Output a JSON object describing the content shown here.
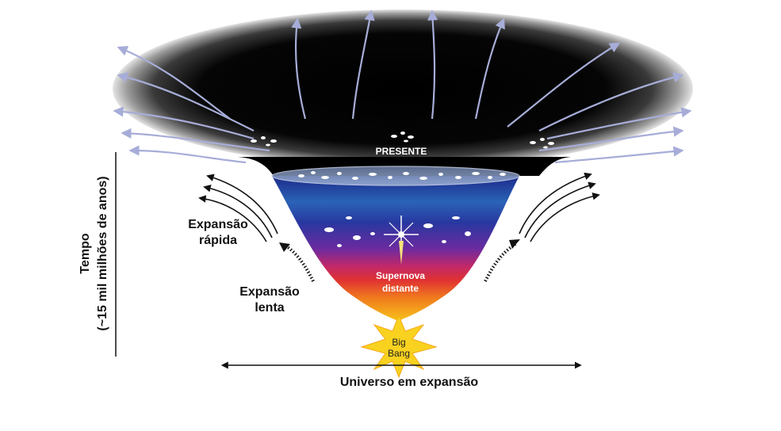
{
  "labels": {
    "present": "PRESENTE",
    "rapid_line1": "Expansão",
    "rapid_line2": "rápida",
    "slow_line1": "Expansão",
    "slow_line2": "lenta",
    "supernova_line1": "Supernova",
    "supernova_line2": "distante",
    "bigbang_line1": "Big",
    "bigbang_line2": "Bang",
    "universe": "Universo em expansão",
    "time_line1": "Tempo",
    "time_line2": "(~15 mil milhões de anos)"
  },
  "colors": {
    "funnel_top": "#1a1a8c",
    "funnel_mid_blue": "#2a5fb5",
    "funnel_purple": "#6a2ba0",
    "funnel_red": "#d21e3c",
    "funnel_orange": "#f07a1e",
    "funnel_yellow": "#f7c21a",
    "outer_arrows": "#a7add8",
    "bigbang_star": "#f8d21f"
  }
}
